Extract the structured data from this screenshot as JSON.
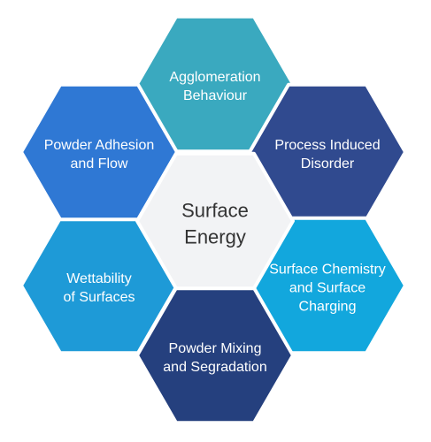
{
  "center": {
    "lines": [
      "Surface",
      "Energy"
    ],
    "color": "#f2f3f5"
  },
  "nodes": [
    {
      "id": "agglomeration",
      "lines": [
        "Agglomeration",
        "Behaviour"
      ],
      "color": "#3aa9bf"
    },
    {
      "id": "process-disorder",
      "lines": [
        "Process Induced",
        "Disorder"
      ],
      "color": "#304a8f"
    },
    {
      "id": "surface-chemistry",
      "lines": [
        "Surface Chemistry",
        "and Surface",
        "Charging"
      ],
      "color": "#12a7dd"
    },
    {
      "id": "powder-mixing",
      "lines": [
        "Powder Mixing",
        "and Segradation"
      ],
      "color": "#25407e"
    },
    {
      "id": "wettability",
      "lines": [
        "Wettability",
        "of Surfaces"
      ],
      "color": "#1e9ad7"
    },
    {
      "id": "powder-adhesion",
      "lines": [
        "Powder Adhesion",
        "and Flow"
      ],
      "color": "#2f78d4"
    }
  ]
}
